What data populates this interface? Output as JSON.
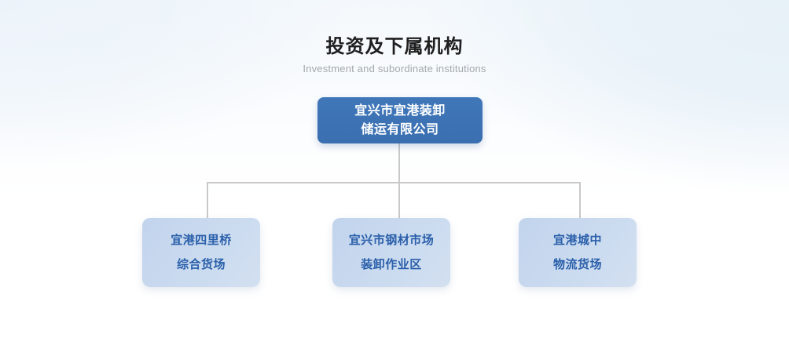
{
  "heading": {
    "title": "投资及下属机构",
    "subtitle": "Investment and subordinate institutions"
  },
  "colors": {
    "root_node_fill": "#3a72b5",
    "root_node_text": "#ffffff",
    "child_node_fill": "#c6d8ee",
    "child_node_text": "#2a5faa",
    "connector_line": "#c9c9c9",
    "title_text": "#1f1f1f",
    "subtitle_text": "#a3a8ae",
    "background_top_left": "#eef4fa",
    "background_top_right": "#e2eef6",
    "background_bottom": "#ffffff"
  },
  "org_chart": {
    "root": {
      "id": "root-company",
      "lines": [
        "宜兴市宜港装卸",
        "储运有限公司"
      ],
      "full_name": "宜兴市宜港装卸储运有限公司"
    },
    "children": [
      {
        "id": "child-siliqiao",
        "lines": [
          "宜港四里桥",
          "综合货场"
        ],
        "full_name": "宜港四里桥综合货场"
      },
      {
        "id": "child-gangcai",
        "lines": [
          "宜兴市钢材市场",
          "装卸作业区"
        ],
        "full_name": "宜兴市钢材市场装卸作业区"
      },
      {
        "id": "child-chengzhong",
        "lines": [
          "宜港城中",
          "物流货场"
        ],
        "full_name": "宜港城中物流货场"
      }
    ]
  }
}
